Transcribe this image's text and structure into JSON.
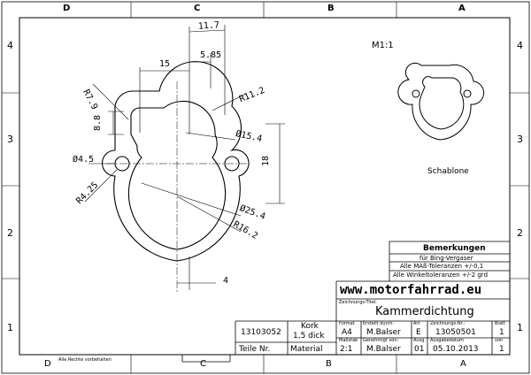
{
  "frame": {
    "col_labels_top": [
      "D",
      "C",
      "B",
      "A"
    ],
    "col_labels_bottom": [
      "D",
      "C",
      "B",
      "A"
    ],
    "row_labels_left": [
      "4",
      "3",
      "2",
      "1"
    ],
    "row_labels_right": [
      "4",
      "3",
      "2",
      "1"
    ]
  },
  "drawing": {
    "scale": "M1:1",
    "template_label": "Schablone",
    "dimensions": {
      "d1": "11.7",
      "d2": "5.85",
      "d3": "15",
      "d4": "R7.9",
      "d5": "R11.2",
      "d6": "8.8",
      "d7": "Ø15.4",
      "d8": "Ø4.5",
      "d9": "18",
      "d10": "R4.25",
      "d11": "Ø25.4",
      "d12": "R16.2",
      "d13": "4"
    }
  },
  "remarks": {
    "header": "Bemerkungen",
    "line1": "für Bing-Vergaser",
    "line2": "Alle MAß-Toleranzen +/-0,1",
    "line3": "Alle Winkeltoleranzen +/-2 grd"
  },
  "title_block": {
    "website": "www.motorfahrrad.eu",
    "title_caption": "Zeichnungs-Titel:",
    "title": "Kammerdichtung",
    "format_caption": "Format",
    "format": "A4",
    "created_caption": "Erstellt durch:",
    "created_by": "M.Balser",
    "art_caption": "Art",
    "art": "E",
    "number_caption": "Zeichnungs-Nr.:",
    "number": "13050501",
    "sheet_caption": "Blatt",
    "sheet": "1",
    "scale_caption": "Maßstab",
    "scale": "2:1",
    "approved_caption": "Genehmigt von:",
    "approved_by": "M.Balser",
    "rev_caption": "Ausg.",
    "rev": "01",
    "date_caption": "Ausgabedatum",
    "date": "05.10.2013",
    "of_caption": "von",
    "of": "1"
  },
  "parts_list": {
    "part_no": "13103052",
    "material_line1": "Kork",
    "material_line2": "1,5 dick",
    "col_part": "Teile Nr.",
    "col_material": "Material"
  },
  "copyright": "Alle Rechte vorbehalten"
}
